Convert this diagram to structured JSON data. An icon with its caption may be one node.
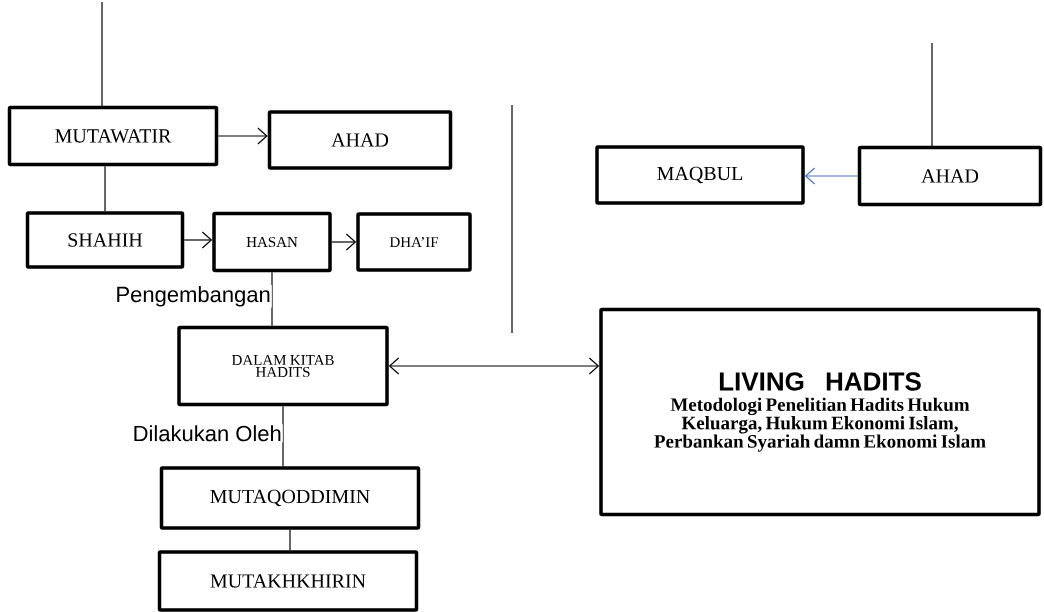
{
  "diagram": {
    "nodes": [
      {
        "text": [
          "MUTAWATIR"
        ]
      },
      {
        "text": [
          "AHAD"
        ]
      },
      {
        "text": [
          "SHAHIH"
        ]
      },
      {
        "text": [
          "HASAN"
        ]
      },
      {
        "text": [
          "DHA’IF"
        ]
      },
      {
        "text": [
          "DALAM KITAB HADITS"
        ]
      },
      {
        "text": [
          "MUTAQODDIMIN"
        ]
      },
      {
        "text": [
          "MUTAKHKHIRIN"
        ]
      },
      {
        "text": [
          "MAQBUL"
        ]
      },
      {
        "text": [
          "AHAD"
        ]
      },
      {
        "text": [
          "LIVING HADITS",
          "Metodologi Penelitian Hadits Hukum Keluarga, Hukum Ekonomi Islam, Perbankan Syariah damn Ekonomi Islam"
        ]
      }
    ],
    "edges": [
      {
        "from": null,
        "to": 0,
        "arrow": "none"
      },
      {
        "from": 0,
        "to": 1,
        "arrow": "to"
      },
      {
        "from": 0,
        "to": 2,
        "arrow": "none"
      },
      {
        "from": 2,
        "to": 3,
        "arrow": "to"
      },
      {
        "from": 3,
        "to": 4,
        "arrow": "to"
      },
      {
        "from": 3,
        "to": 5,
        "arrow": "none",
        "label": "Pengembangan"
      },
      {
        "from": 5,
        "to": 10,
        "arrow": "both"
      },
      {
        "from": 5,
        "to": 6,
        "arrow": "none",
        "label": "Dilakukan Oleh"
      },
      {
        "from": 6,
        "to": 7,
        "arrow": "none"
      },
      {
        "from": null,
        "to": 9,
        "arrow": "none"
      },
      {
        "from": 9,
        "to": 8,
        "arrow": "to",
        "color": "#4472c4"
      }
    ]
  }
}
